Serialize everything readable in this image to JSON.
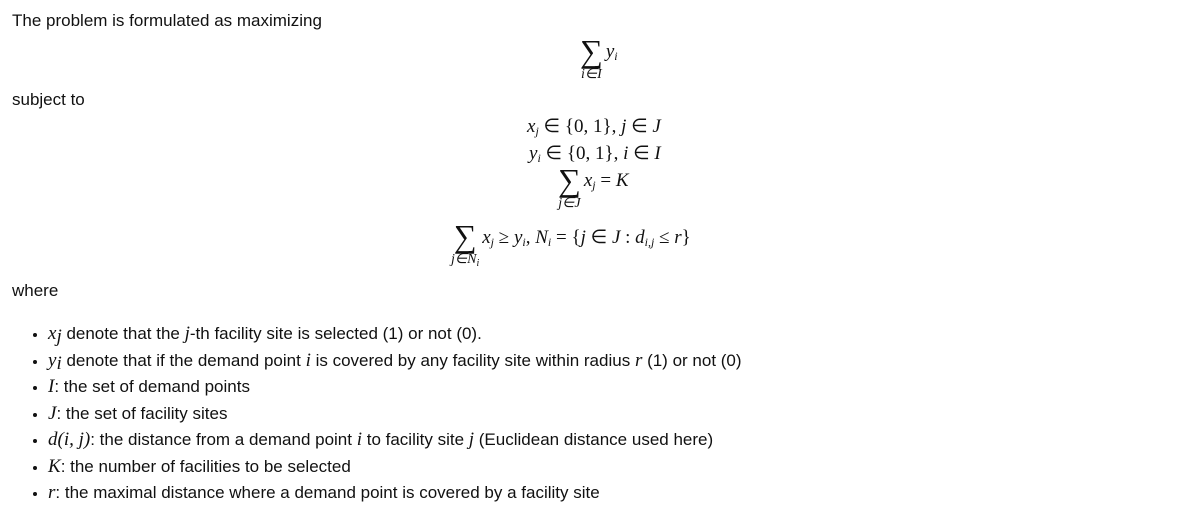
{
  "intro": "The problem is formulated as maximizing",
  "subject_to": "subject to",
  "where": "where",
  "objective": {
    "sigma": "∑",
    "sub": "i∈I",
    "body_var": "y",
    "body_sub": "i"
  },
  "constraints": {
    "c1": "x_j ∈ {0, 1}, j ∈ J",
    "c2": "y_i ∈ {0, 1}, i ∈ I",
    "c3": {
      "sigma": "∑",
      "sub": "j∈J",
      "rhs": "= K"
    },
    "c4": {
      "sigma": "∑",
      "sub": "j∈N",
      "sub_i": "i",
      "rest": "≥ y_i, N_i = {j ∈ J : d_i,j ≤ r}"
    }
  },
  "definitions": [
    {
      "sym": "x",
      "sym_sub": "j",
      "text_a": " denote that the ",
      "sym2": "j",
      "text_b": "-th facility site is selected (1) or not (0)."
    },
    {
      "sym": "y",
      "sym_sub": "i",
      "text_a": " denote that if the demand point ",
      "sym2": "i",
      "text_b": " is covered by any facility site within radius ",
      "sym3": "r",
      "text_c": " (1) or not (0)"
    },
    {
      "sym": "I",
      "text_a": ": the set of demand points"
    },
    {
      "sym": "J",
      "text_a": ": the set of facility sites"
    },
    {
      "sym": "d(i, j)",
      "text_a": ": the distance from a demand point ",
      "sym2": "i",
      "text_b": " to facility site ",
      "sym3": "j",
      "text_c": " (Euclidean distance used here)"
    },
    {
      "sym": "K",
      "text_a": ": the number of facilities to be selected"
    },
    {
      "sym": "r",
      "text_a": ": the maximal distance where a demand point is covered by a facility site"
    }
  ]
}
